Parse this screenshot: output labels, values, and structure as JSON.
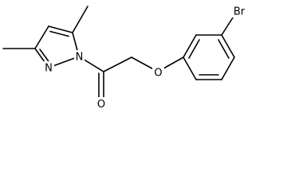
{
  "molecule": {
    "atoms": {
      "n1": "N",
      "n2": "N",
      "o_carbonyl": "O",
      "o_ether": "O",
      "br": "Br"
    }
  },
  "colors": {
    "bond": "#000000",
    "label": "#000000",
    "background": "#ffffff"
  }
}
